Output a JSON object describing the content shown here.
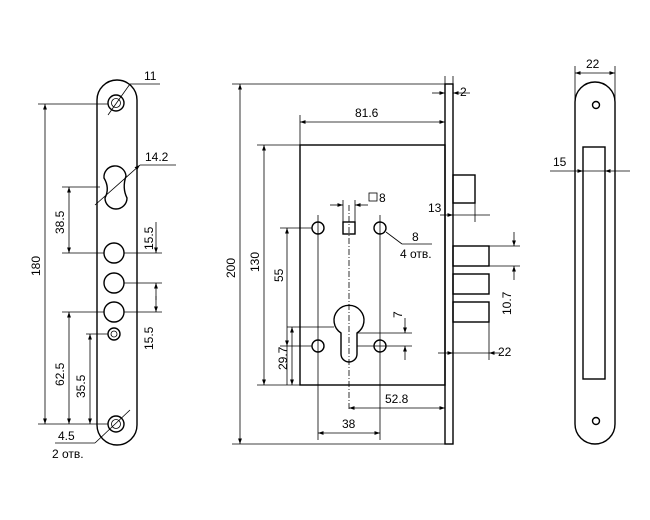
{
  "colors": {
    "line": "#000000",
    "background": "#ffffff"
  },
  "strike_plate": {
    "dims": {
      "top_hole": "11",
      "slot": "14.2",
      "height": "180",
      "upper_offset": "38.5",
      "pitch_upper": "15.5",
      "pitch_lower": "15.5",
      "lower_offset_a": "62.5",
      "lower_offset_b": "35.5",
      "hole_dia": "4.5",
      "hole_count": "2 отв."
    }
  },
  "lock_body": {
    "dims": {
      "total_height": "200",
      "faceplate": "2",
      "backset_width": "81.6",
      "square": "8",
      "case_height": "130",
      "screw_holes": "8",
      "screw_count": "4 отв.",
      "depth_13": "13",
      "dim_55": "55",
      "dim_10_7": "10.7",
      "dim_7": "7",
      "dim_29_7": "29.7",
      "dim_22": "22",
      "dim_52_8": "52.8",
      "dim_38": "38"
    }
  },
  "side_view": {
    "dims": {
      "width": "22",
      "inner": "15"
    }
  }
}
